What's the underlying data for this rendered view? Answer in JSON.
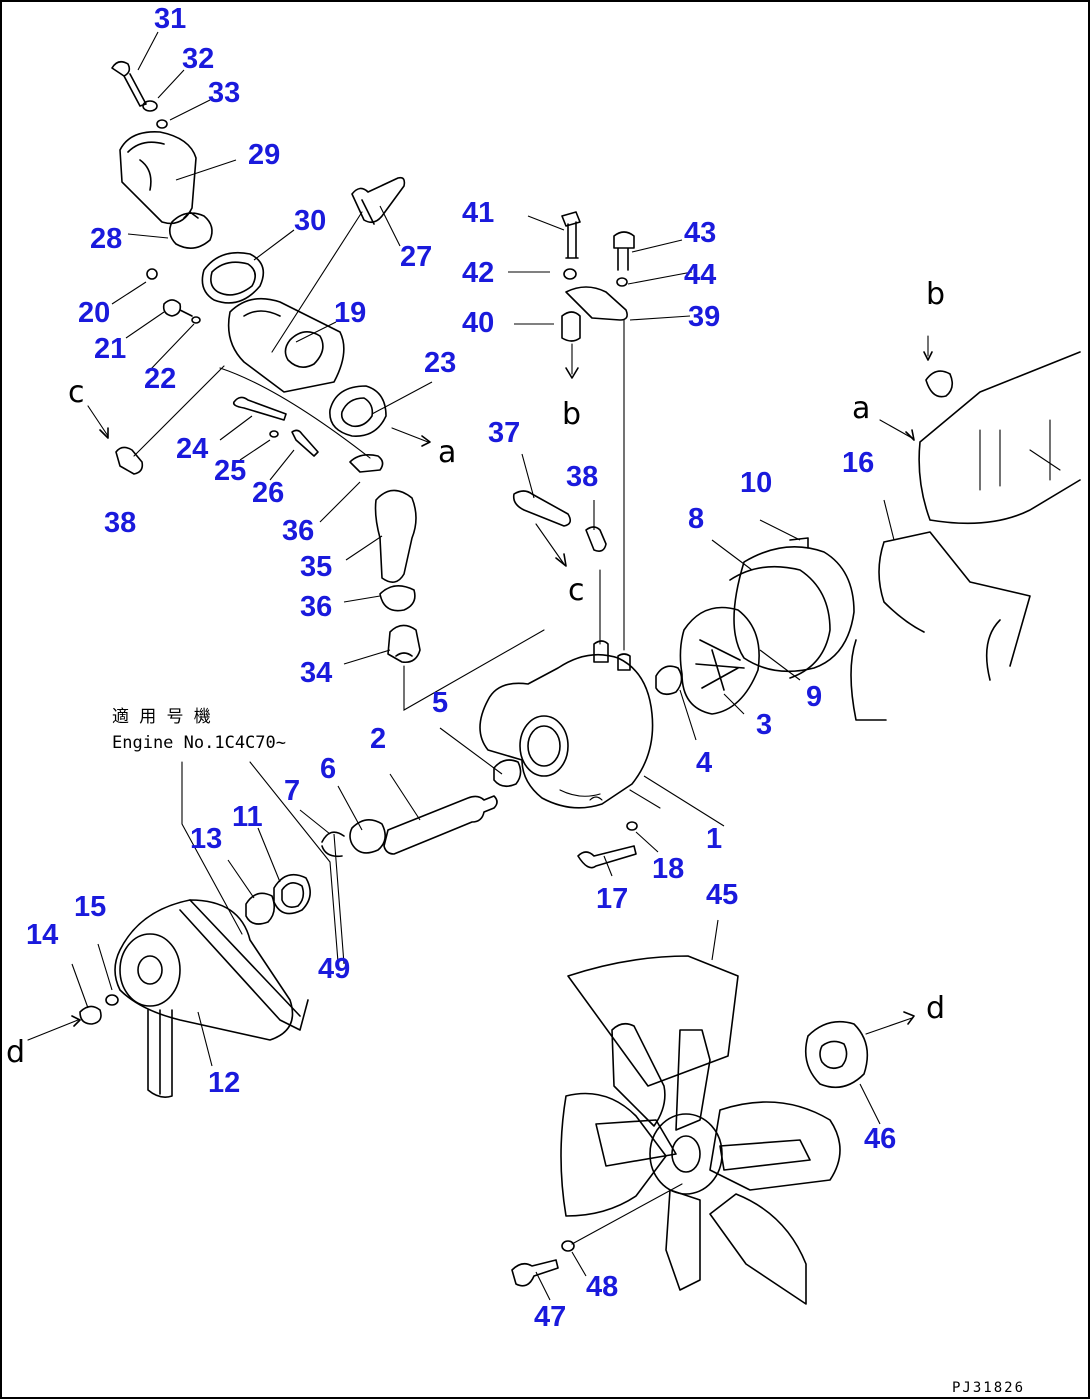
{
  "note": {
    "line1": "適 用 号 機",
    "line2": "Engine No.1C4C70~"
  },
  "drawing_code": "PJ31826",
  "view_letters": [
    "a",
    "a",
    "b",
    "b",
    "b",
    "c",
    "c",
    "d",
    "d"
  ],
  "part_numbers": [
    "1",
    "2",
    "3",
    "4",
    "5",
    "6",
    "7",
    "8",
    "9",
    "10",
    "11",
    "12",
    "13",
    "14",
    "15",
    "16",
    "17",
    "18",
    "19",
    "20",
    "21",
    "22",
    "23",
    "24",
    "25",
    "26",
    "27",
    "28",
    "29",
    "30",
    "31",
    "32",
    "33",
    "34",
    "35",
    "36",
    "36",
    "37",
    "38",
    "38",
    "39",
    "40",
    "41",
    "42",
    "43",
    "44",
    "45",
    "46",
    "47",
    "48",
    "49"
  ]
}
